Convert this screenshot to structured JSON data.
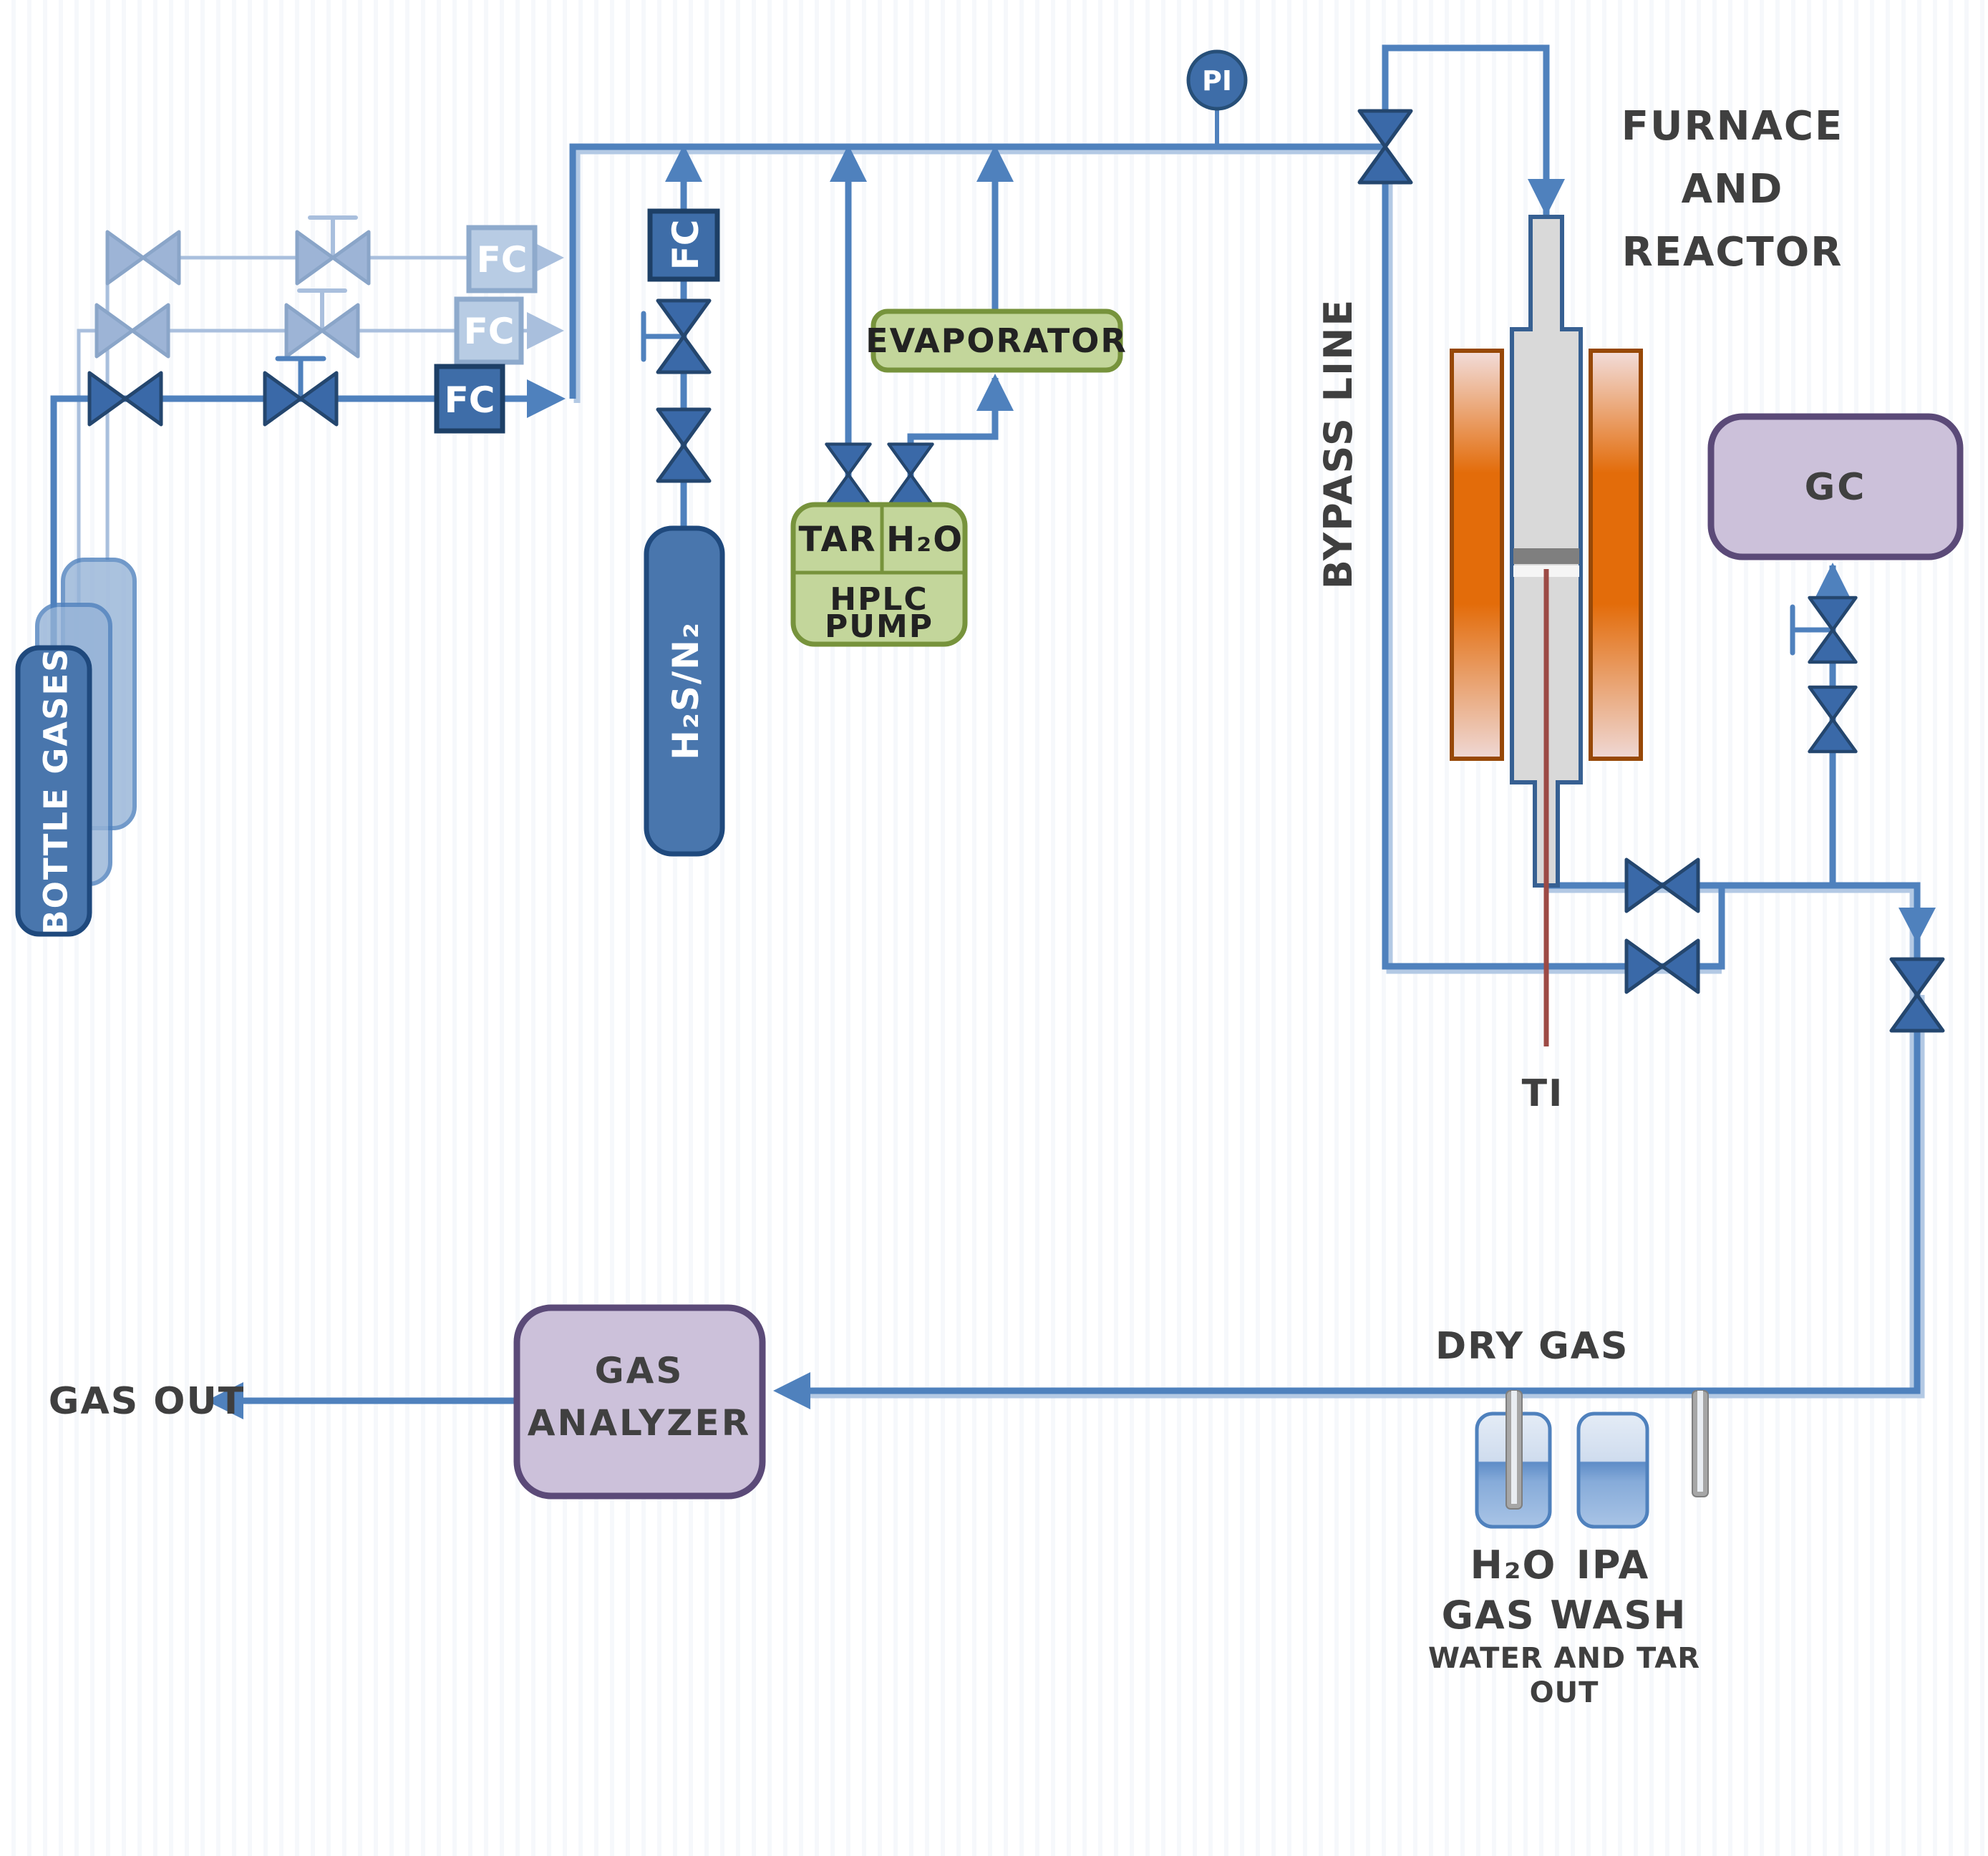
{
  "diagram_type": "process-flow-diagram",
  "colors": {
    "pipe_blue": "#4f81bd",
    "pipe_faded": "#a9bfdd",
    "valve_blue": "#3a69a8",
    "fc_dark_fill": "#3e6da8",
    "fc_light_fill": "#b8cce4",
    "cylinder_blue": "#4976ad",
    "green_fill": "#c3d69b",
    "green_border": "#77933c",
    "purple_fill": "#ccc1da",
    "purple_border": "#5b4a78",
    "furnace_orange": "#e36c0a",
    "furnace_border": "#974806",
    "reactor_gray": "#d9d9d9",
    "thermocouple_red": "#9c4a45",
    "label_gray": "#3f3f3f"
  },
  "labels": {
    "bottle_gases": "BOTTLE GASES",
    "fc1": "FC",
    "fc2": "FC",
    "fc3": "FC",
    "fc_h2s": "FC",
    "h2s_n2_cylinder": "H₂S/N₂",
    "tar_cell": "TAR",
    "h2o_cell": "H₂O",
    "hplc_line1": "HPLC",
    "hplc_line2": "PUMP",
    "evaporator": "EVAPORATOR",
    "pi_gauge": "PI",
    "bypass_line": "BYPASS LINE",
    "furnace_line1": "FURNACE",
    "furnace_line2": "AND",
    "furnace_line3": "REACTOR",
    "gc": "GC",
    "ti": "TI",
    "dry_gas": "DRY GAS",
    "h2o_wash_bottle": "H₂O",
    "ipa_wash_bottle": "IPA",
    "gas_wash": "GAS WASH",
    "gas_wash_sub1": "WATER AND TAR",
    "gas_wash_sub2": "OUT",
    "gas_analyzer_line1": "GAS",
    "gas_analyzer_line2": "ANALYZER",
    "gas_out": "GAS OUT"
  }
}
